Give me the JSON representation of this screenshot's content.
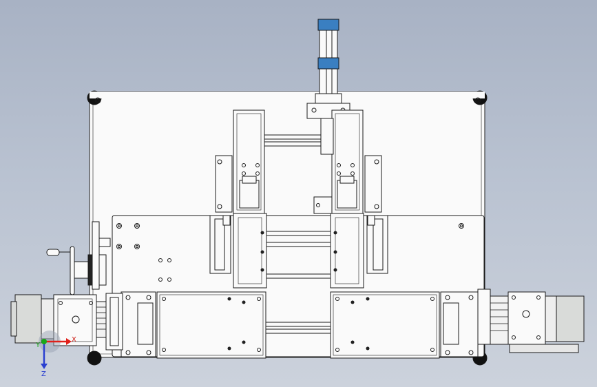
{
  "viewport": {
    "background_top": "#a8b2c4",
    "background_bottom": "#ccd2dc",
    "model_line_color": "#1a1a1a",
    "model_face_color": "#fafafa"
  },
  "triad": {
    "x_label": "X",
    "y_label": "Y",
    "z_label": "Z",
    "x_color": "#e0201a",
    "y_color": "#18a818",
    "z_color": "#2a3fd0"
  }
}
